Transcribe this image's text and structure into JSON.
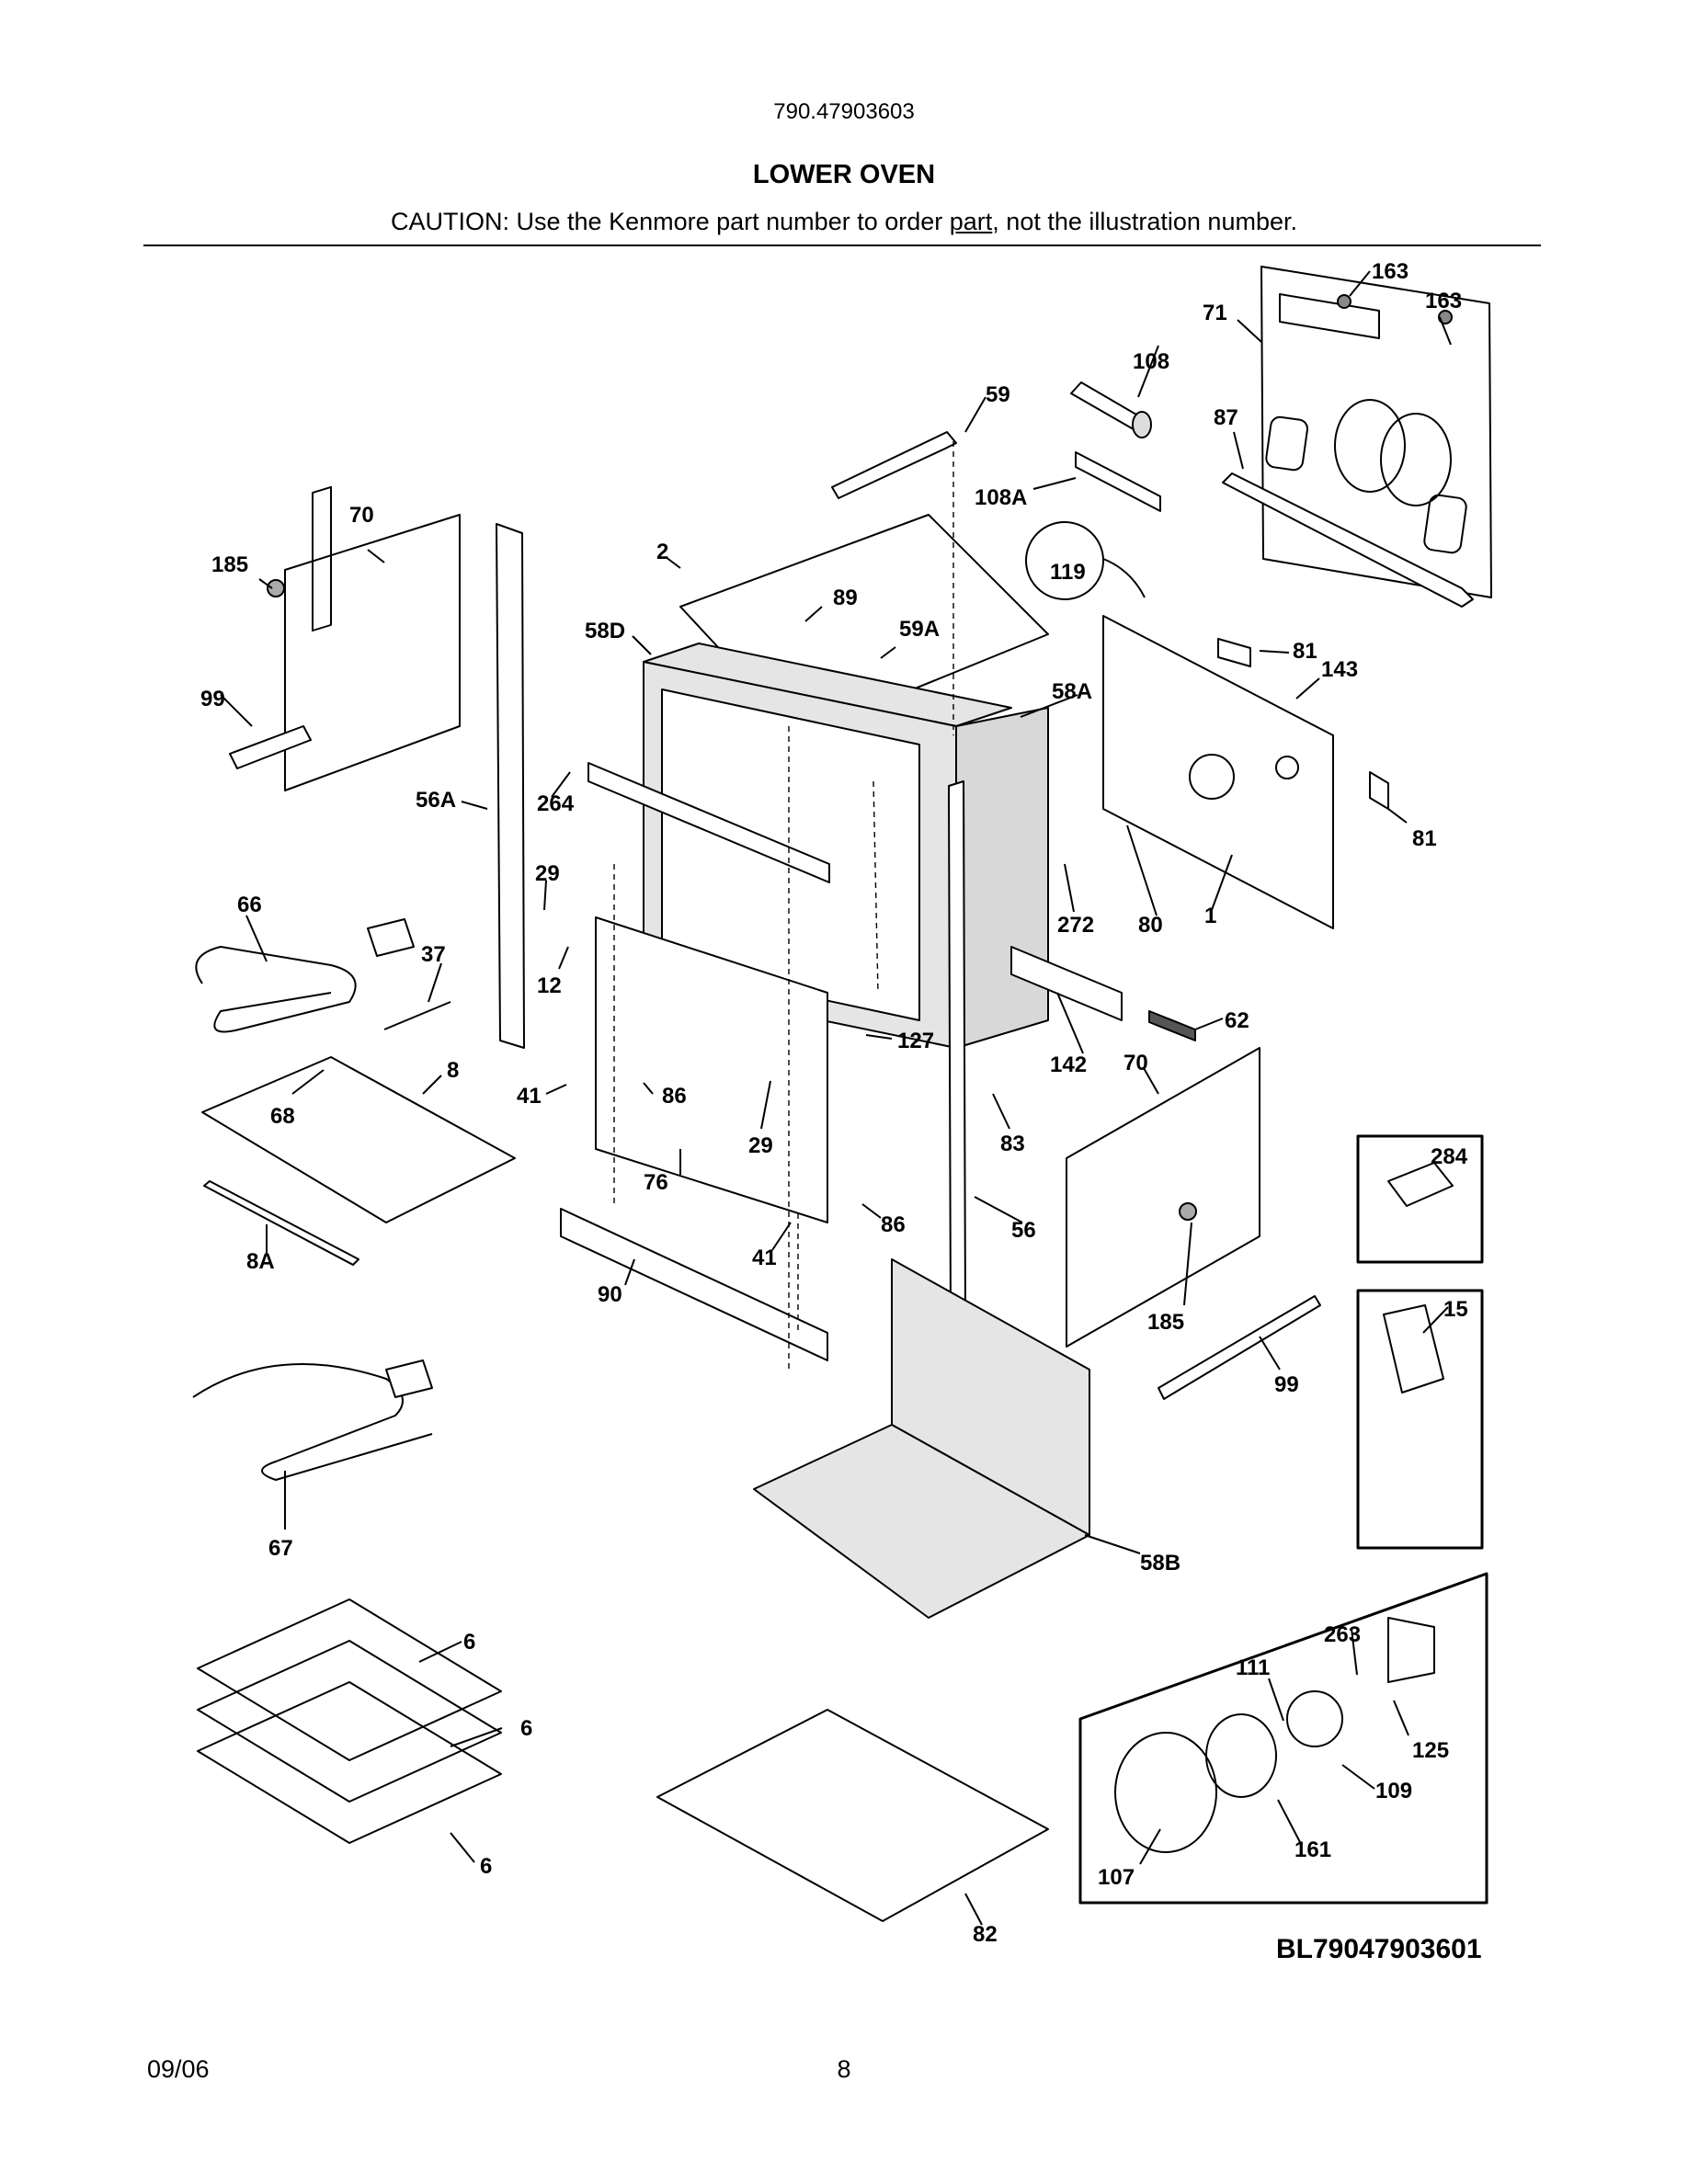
{
  "header": {
    "model_number": "790.47903603",
    "title": "LOWER OVEN",
    "caution_prefix": "CAUTION: Use the Kenmore part number to order ",
    "caution_link": "part",
    "caution_suffix": ", not the illustration number."
  },
  "diagram": {
    "id": "BL79047903601",
    "labels": {
      "l163a": "163",
      "l163b": "163",
      "l71": "71",
      "l108": "108",
      "l59": "59",
      "l87": "87",
      "l108A": "108A",
      "l119": "119",
      "l70a": "70",
      "l185a": "185",
      "l2": "2",
      "l89": "89",
      "l58D": "58D",
      "l59A": "59A",
      "l81a": "81",
      "l143": "143",
      "l99a": "99",
      "l58A": "58A",
      "l56A": "56A",
      "l264": "264",
      "l81b": "81",
      "l29a": "29",
      "l66": "66",
      "l37": "37",
      "l272": "272",
      "l80": "80",
      "l1": "1",
      "l12": "12",
      "l62": "62",
      "l127": "127",
      "l142": "142",
      "l70b": "70",
      "l8": "8",
      "l41a": "41",
      "l86a": "86",
      "l68": "68",
      "l29b": "29",
      "l83": "83",
      "l284": "284",
      "l76": "76",
      "l86b": "86",
      "l56": "56",
      "l8A": "8A",
      "l41b": "41",
      "l90": "90",
      "l185b": "185",
      "l15": "15",
      "l99b": "99",
      "l67": "67",
      "l58B": "58B",
      "l263": "263",
      "l6a": "6",
      "l111": "111",
      "l6b": "6",
      "l125": "125",
      "l109": "109",
      "l6c": "6",
      "l161": "161",
      "l107": "107",
      "l82": "82"
    }
  },
  "footer": {
    "date": "09/06",
    "page": "8"
  }
}
